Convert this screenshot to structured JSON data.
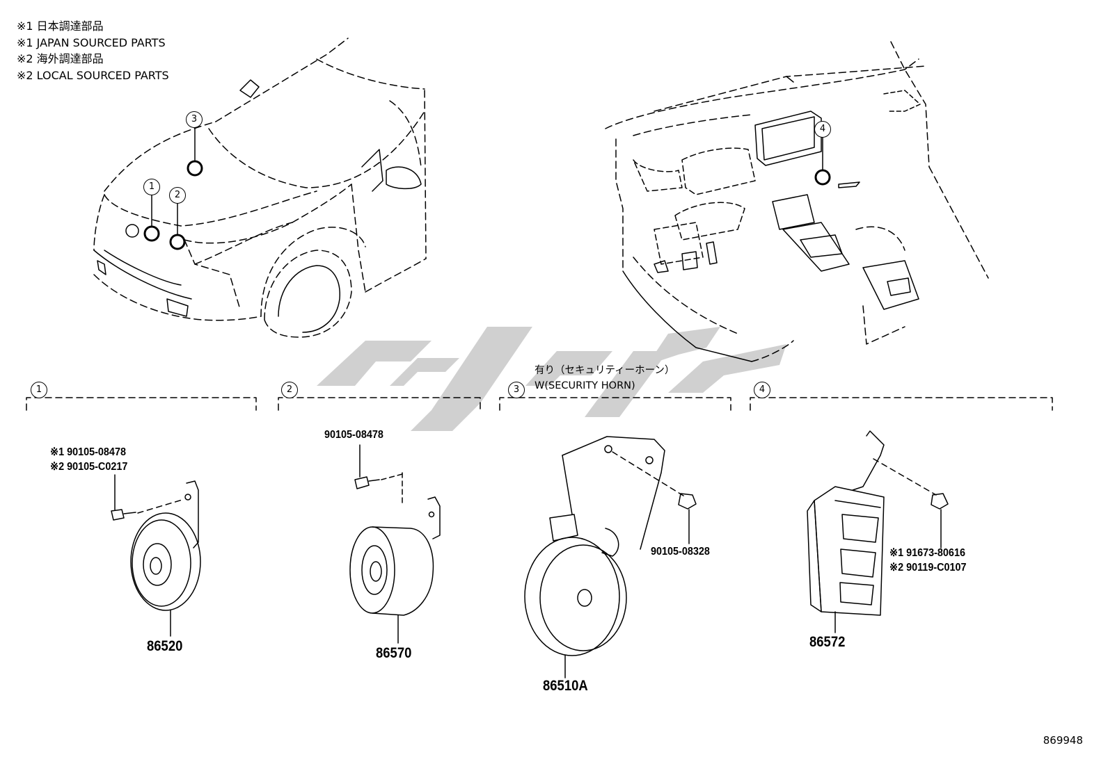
{
  "legend": [
    "※1 日本調達部品",
    "※1 JAPAN SOURCED PARTS",
    "※2 海外調達部品",
    "※2 LOCAL SOURCED PARTS"
  ],
  "callouts": {
    "c1": "1",
    "c2": "2",
    "c3": "3",
    "c4": "4"
  },
  "sections": [
    {
      "index": "1"
    },
    {
      "index": "2"
    },
    {
      "index": "3",
      "note_jp": "有り（セキュリティーホーン）",
      "note_en": "W(SECURITY HORN)"
    },
    {
      "index": "4"
    }
  ],
  "parts": {
    "s1_bolt_line1": "※1 90105-08478",
    "s1_bolt_line2": "※2 90105-C0217",
    "s1_main": "86520",
    "s2_bolt": "90105-08478",
    "s2_main": "86570",
    "s3_bolt": "90105-08328",
    "s3_main": "86510A",
    "s4_bolt_line1": "※1 91673-80616",
    "s4_bolt_line2": "※2 90119-C0107",
    "s4_main": "86572"
  },
  "drawing_number": "869948",
  "watermark_color": "#c8c8c8"
}
